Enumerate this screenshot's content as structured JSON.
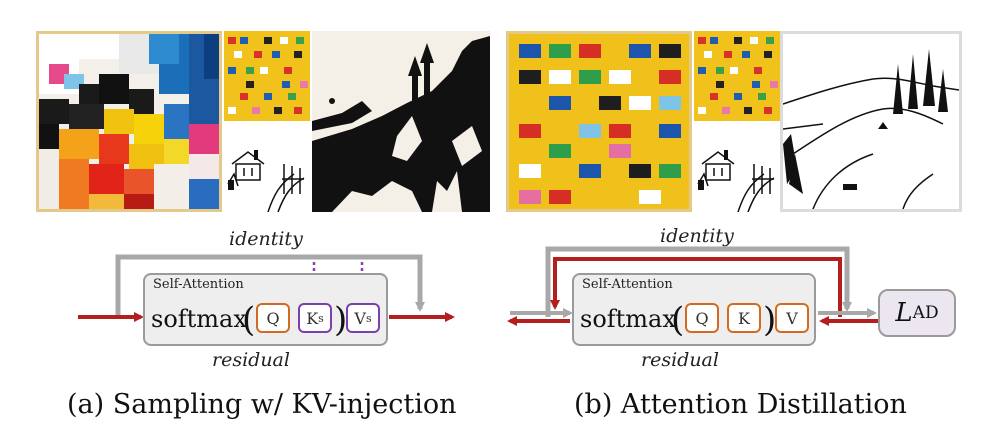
{
  "panel_a": {
    "identity_label": "identity",
    "residual_label": "residual",
    "self_attention_title": "Self-Attention",
    "softmax_label": "softmax",
    "q_label": "Q",
    "k_label": "K",
    "k_sub": "s",
    "v_label": "V",
    "v_sub": "s",
    "caption": "(a) Sampling w/ KV-injection"
  },
  "panel_b": {
    "identity_label": "identity",
    "residual_label": "residual",
    "self_attention_title": "Self-Attention",
    "softmax_label": "softmax",
    "q_label": "Q",
    "k_label": "K",
    "v_label": "V",
    "loss_symbol": "L",
    "loss_sub": "AD",
    "caption": "(b) Attention Distillation"
  },
  "colors": {
    "residual_arrow": "#b41e1e",
    "identity_arrow": "#a8a8a8",
    "query_border": "#d46a22",
    "injected_border": "#7a3fb0",
    "panel_a_frame": "#e3c98a",
    "panel_b_frame": "#dcdcdc",
    "loss_fill": "#ece6f1"
  }
}
